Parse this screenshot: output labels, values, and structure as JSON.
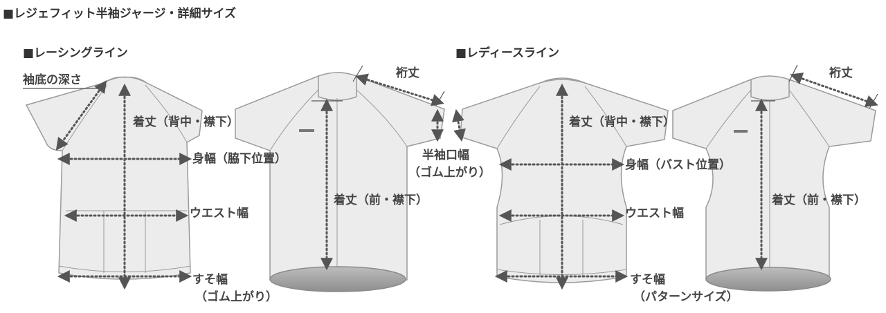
{
  "page": {
    "title": "■レジェフィット半袖ジャージ・詳細サイズ"
  },
  "sections": {
    "racing": "■レーシングライン",
    "ladies": "■レディースライン"
  },
  "labels": {
    "sleeve_depth": "袖底の深さ",
    "length_back": "着丈（背中・襟下）",
    "body_width_armpit": "身幅（脇下位置）",
    "waist_width": "ウエスト幅",
    "hem_width": "すそ幅",
    "hem_width_note": "（ゴム上がり）",
    "length_front": "着丈（前・襟下）",
    "yuki": "裄丈",
    "sleeve_opening": "半袖口幅",
    "sleeve_opening_note": "（ゴム上がり）",
    "body_width_bust": "身幅（バスト位置）",
    "hem_width_pattern_note": "（パターンサイズ）"
  },
  "colors": {
    "jersey_fill": "#ececec",
    "jersey_outline": "#9a9a9a",
    "measure_line": "#555555",
    "text": "#444444"
  }
}
